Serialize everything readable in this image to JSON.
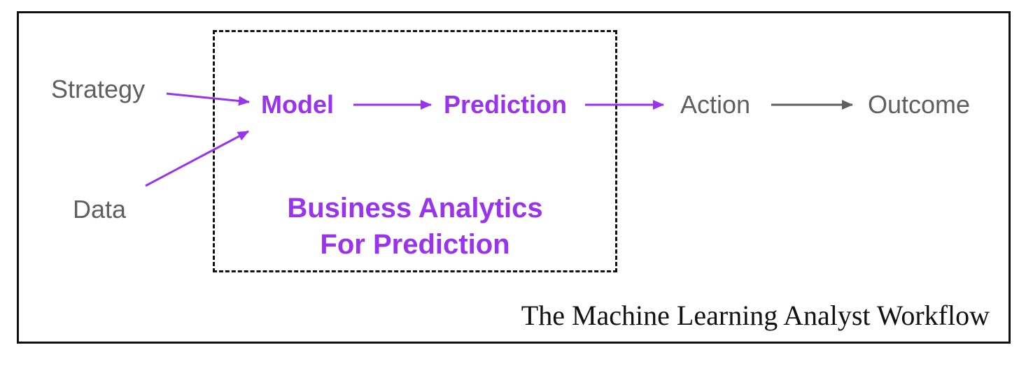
{
  "diagram": {
    "inputs": {
      "strategy": "Strategy",
      "data": "Data"
    },
    "nodes": {
      "model": "Model",
      "prediction": "Prediction",
      "action": "Action",
      "outcome": "Outcome"
    },
    "group_label_line1": "Business Analytics",
    "group_label_line2": "For Prediction",
    "caption": "The Machine Learning Analyst Workflow"
  },
  "colors": {
    "accent_purple": "#9933ee",
    "text_gray": "#5f5f5f",
    "border_black": "#111111"
  }
}
